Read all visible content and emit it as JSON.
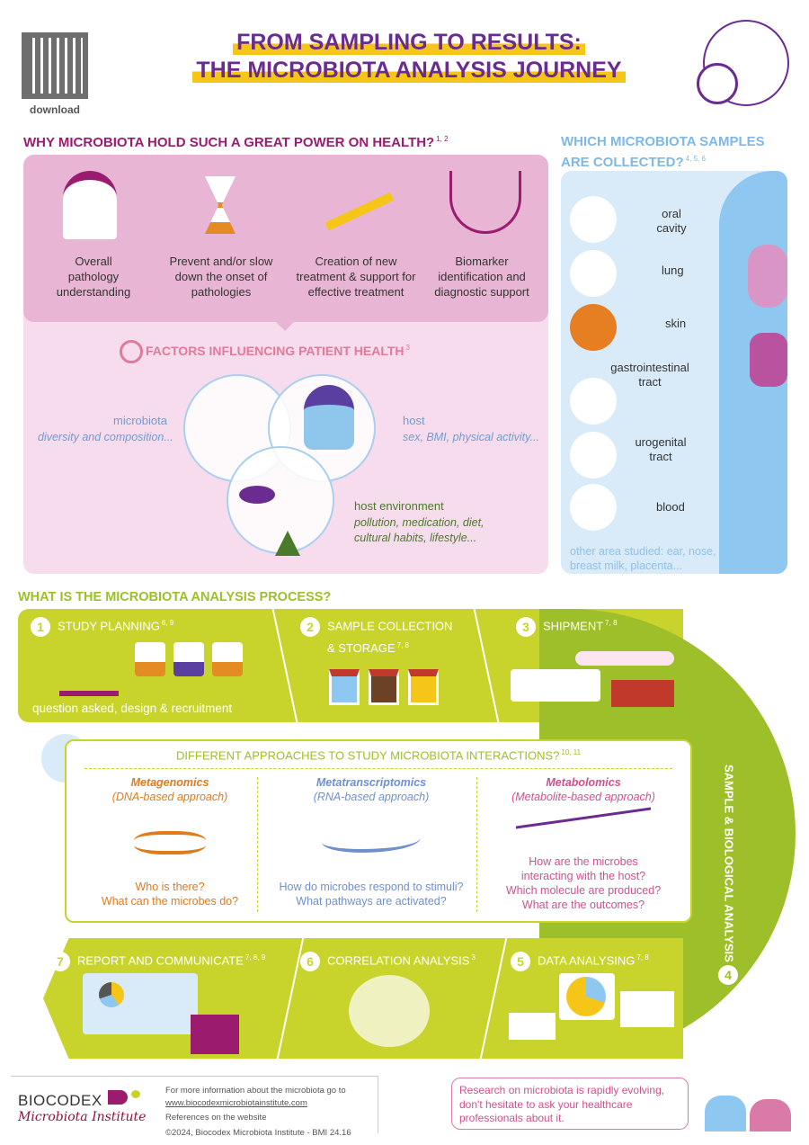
{
  "header": {
    "download": "download",
    "title_line1": "FROM SAMPLING TO RESULTS:",
    "title_line2": "THE MICROBIOTA ANALYSIS JOURNEY"
  },
  "power": {
    "heading": "WHY MICROBIOTA HOLD SUCH A GREAT POWER ON HEALTH?",
    "refs": "1, 2",
    "items": [
      "Overall pathology understanding",
      "Prevent and/or slow down the onset of pathologies",
      "Creation of new treatment & support for effective treatment",
      "Biomarker identification and diagnostic support"
    ]
  },
  "factors": {
    "heading": "FACTORS INFLUENCING PATIENT HEALTH",
    "refs": "3",
    "microbiota": "microbiota",
    "microbiota_desc": "diversity and composition...",
    "host": "host",
    "host_desc": "sex, BMI, physical activity...",
    "env": "host environment",
    "env_desc1": "pollution, medication, diet,",
    "env_desc2": "cultural habits, lifestyle..."
  },
  "samples": {
    "heading1": "WHICH MICROBIOTA SAMPLES",
    "heading2": "ARE COLLECTED?",
    "refs": "4, 5, 6",
    "items": [
      "oral cavity",
      "lung",
      "skin",
      "gastrointestinal tract",
      "urogenital tract",
      "blood"
    ],
    "other": "other area studied: ear, nose, breast milk, placenta..."
  },
  "process": {
    "heading": "WHAT IS THE MICROBIOTA ANALYSIS PROCESS?",
    "steps": [
      {
        "n": "1",
        "label": "STUDY PLANNING",
        "refs": "6, 9",
        "sub": "question asked, design & recruitment"
      },
      {
        "n": "2",
        "label": "SAMPLE COLLECTION",
        "label2": "& STORAGE",
        "refs": "7, 8"
      },
      {
        "n": "3",
        "label": "SHIPMENT",
        "refs": "7, 8"
      },
      {
        "n": "4",
        "label": "SAMPLE & BIOLOGICAL ANALYSIS"
      },
      {
        "n": "5",
        "label": "DATA ANALYSING",
        "refs": "7, 8"
      },
      {
        "n": "6",
        "label": "CORRELATION ANALYSIS",
        "refs": "3"
      },
      {
        "n": "7",
        "label": "REPORT AND COMMUNICATE",
        "refs": "7, 8, 9"
      }
    ]
  },
  "approaches": {
    "heading": "DIFFERENT APPROACHES TO STUDY MICROBIOTA INTERACTIONS?",
    "refs": "10, 11",
    "cols": [
      {
        "title": "Metagenomics",
        "sub": "(DNA-based approach)",
        "q": [
          "Who is there?",
          "What can the microbes do?"
        ],
        "color": "#e07b1a"
      },
      {
        "title": "Metatranscriptomics",
        "sub": "(RNA-based approach)",
        "q": [
          "How do microbes respond to stimuli?",
          "What pathways are activated?"
        ],
        "color": "#6f8fcf"
      },
      {
        "title": "Metabolomics",
        "sub": "(Metabolite-based approach)",
        "q": [
          "How are the microbes",
          "interacting with the host?",
          "Which molecule are produced?",
          "What are the outcomes?"
        ],
        "color": "#d0508f"
      }
    ]
  },
  "footer": {
    "brand": "BIOCODEX",
    "brand2": "Microbiota Institute",
    "info": "For more information about the microbiota go to",
    "url": "www.biocodexmicrobiotainstitute.com",
    "refs": "References on the website",
    "copyright": "©2024, Biocodex Microbiota Institute  -  BMI 24.16",
    "message": "Research on microbiota is rapidly evolving, don't hesitate to ask your healthcare professionals about it."
  }
}
